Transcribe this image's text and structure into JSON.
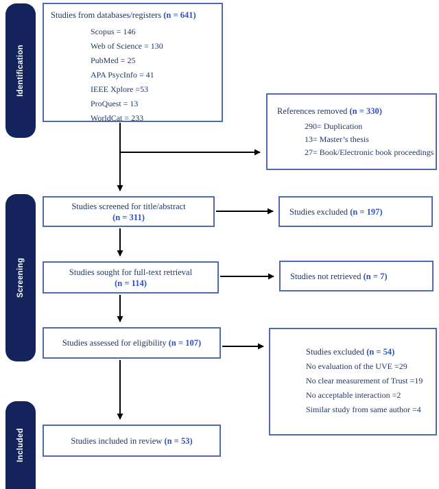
{
  "sidebar": {
    "identification": "Identification",
    "screening": "Screening",
    "included": "Included"
  },
  "boxes": {
    "databases": {
      "title": "Studies from databases/registers",
      "n": "(n = 641)",
      "items": [
        "Scopus = 146",
        "Web of Science = 130",
        "PubMed = 25",
        "APA PsycInfo = 41",
        "IEEE Xplore =53",
        "ProQuest = 13",
        "WorldCat = 233"
      ]
    },
    "references_removed": {
      "title": "References removed",
      "n": "(n = 330)",
      "items": [
        "290= Duplication",
        "13= Master’s thesis",
        "27= Book/Electronic book proceedings"
      ]
    },
    "screened": {
      "text": "Studies screened for title/abstract",
      "n": "(n = 311)"
    },
    "excluded_title_abstract": {
      "text": "Studies excluded",
      "n": "(n = 197)"
    },
    "sought": {
      "text": "Studies sought for full-text retrieval",
      "n": "(n = 114)"
    },
    "not_retrieved": {
      "text": "Studies not retrieved",
      "n": "(n = 7)"
    },
    "assessed": {
      "text": "Studies assessed for eligibility",
      "n": "(n = 107)"
    },
    "excluded_eligibility": {
      "title": "Studies excluded",
      "n": "(n = 54)",
      "items": [
        "No evaluation of the UVE =29",
        "No clear measurement of Trust =19",
        "No acceptable interaction =2",
        "Similar study from same author =4"
      ]
    },
    "included": {
      "text": "Studies included in review",
      "n": "(n = 53)"
    }
  },
  "colors": {
    "box_border": "#4d6cae",
    "sidebar_fill": "#14235c",
    "text_navy": "#1f3864",
    "n_blue": "#2c50c4",
    "arrow": "#000000"
  }
}
